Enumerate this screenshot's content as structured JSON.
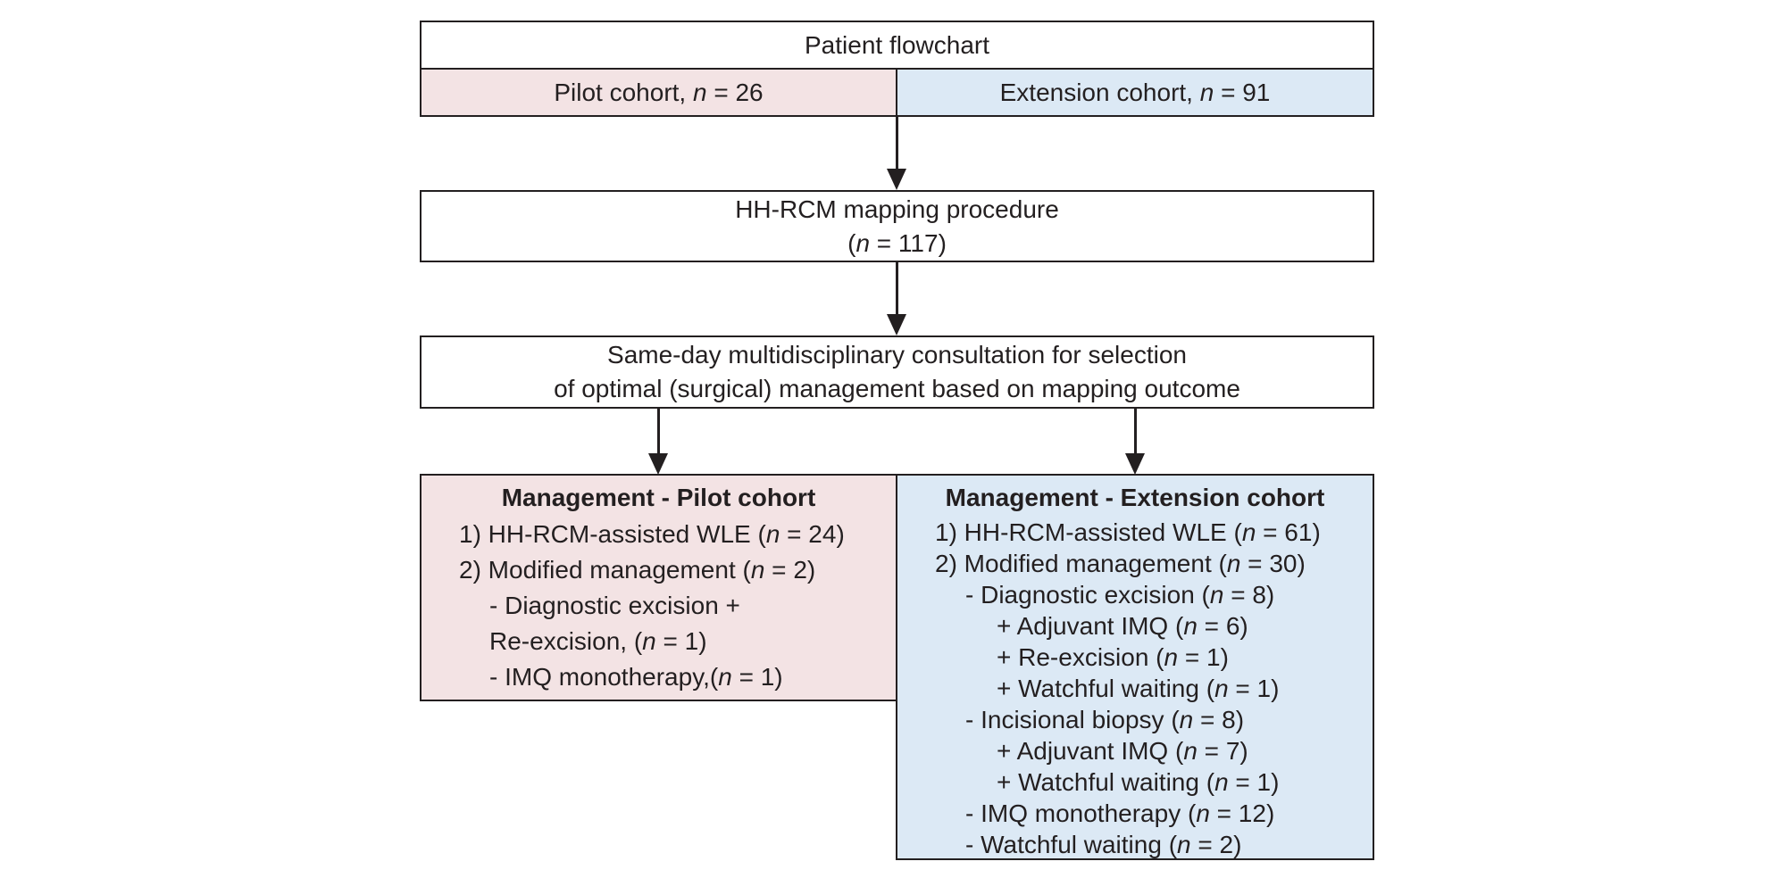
{
  "header": {
    "title": "Patient flowchart"
  },
  "cohorts": {
    "pilot": {
      "label": "Pilot cohort, ",
      "n_symbol": "n",
      "n_value": " = 26"
    },
    "extension": {
      "label": "Extension cohort, ",
      "n_symbol": "n",
      "n_value": " = 91"
    }
  },
  "procedure": {
    "line1": "HH-RCM mapping procedure",
    "line2_open": "(",
    "n_symbol": "n",
    "line2_close": " = 117)"
  },
  "consultation": {
    "line1": "Same-day multidisciplinary consultation for selection",
    "line2": "of optimal (surgical) management based on mapping outcome"
  },
  "management_pilot": {
    "title": "Management - Pilot cohort",
    "rows": [
      {
        "pre": "1) HH-RCM-assisted WLE (",
        "n": "n",
        "post": " = 24)"
      },
      {
        "pre": "2) Modified management (",
        "n": "n",
        "post": " = 2)"
      },
      {
        "pre": "- Diagnostic excision +",
        "n": "",
        "post": ""
      },
      {
        "pre": "Re-excision, (",
        "n": "n",
        "post": " = 1)"
      },
      {
        "pre": "- IMQ monotherapy,(",
        "n": "n",
        "post": " = 1)"
      }
    ]
  },
  "management_extension": {
    "title": "Management - Extension cohort",
    "rows": [
      {
        "pre": "1) HH-RCM-assisted WLE (",
        "n": "n",
        "post": " = 61)"
      },
      {
        "pre": "2) Modified management (",
        "n": "n",
        "post": " = 30)"
      },
      {
        "pre": "- Diagnostic excision (",
        "n": "n",
        "post": " = 8)"
      },
      {
        "pre": "+ Adjuvant IMQ (",
        "n": "n",
        "post": " = 6)"
      },
      {
        "pre": "+ Re-excision (",
        "n": "n",
        "post": " = 1)"
      },
      {
        "pre": "+ Watchful waiting (",
        "n": "n",
        "post": " = 1)"
      },
      {
        "pre": "- Incisional biopsy (",
        "n": "n",
        "post": " = 8)"
      },
      {
        "pre": "+ Adjuvant IMQ (",
        "n": "n",
        "post": " = 7)"
      },
      {
        "pre": "+ Watchful waiting (",
        "n": "n",
        "post": " = 1)"
      },
      {
        "pre": "- IMQ monotherapy (",
        "n": "n",
        "post": " = 12)"
      },
      {
        "pre": "- Watchful waiting (",
        "n": "n",
        "post": " = 2)"
      }
    ]
  }
}
